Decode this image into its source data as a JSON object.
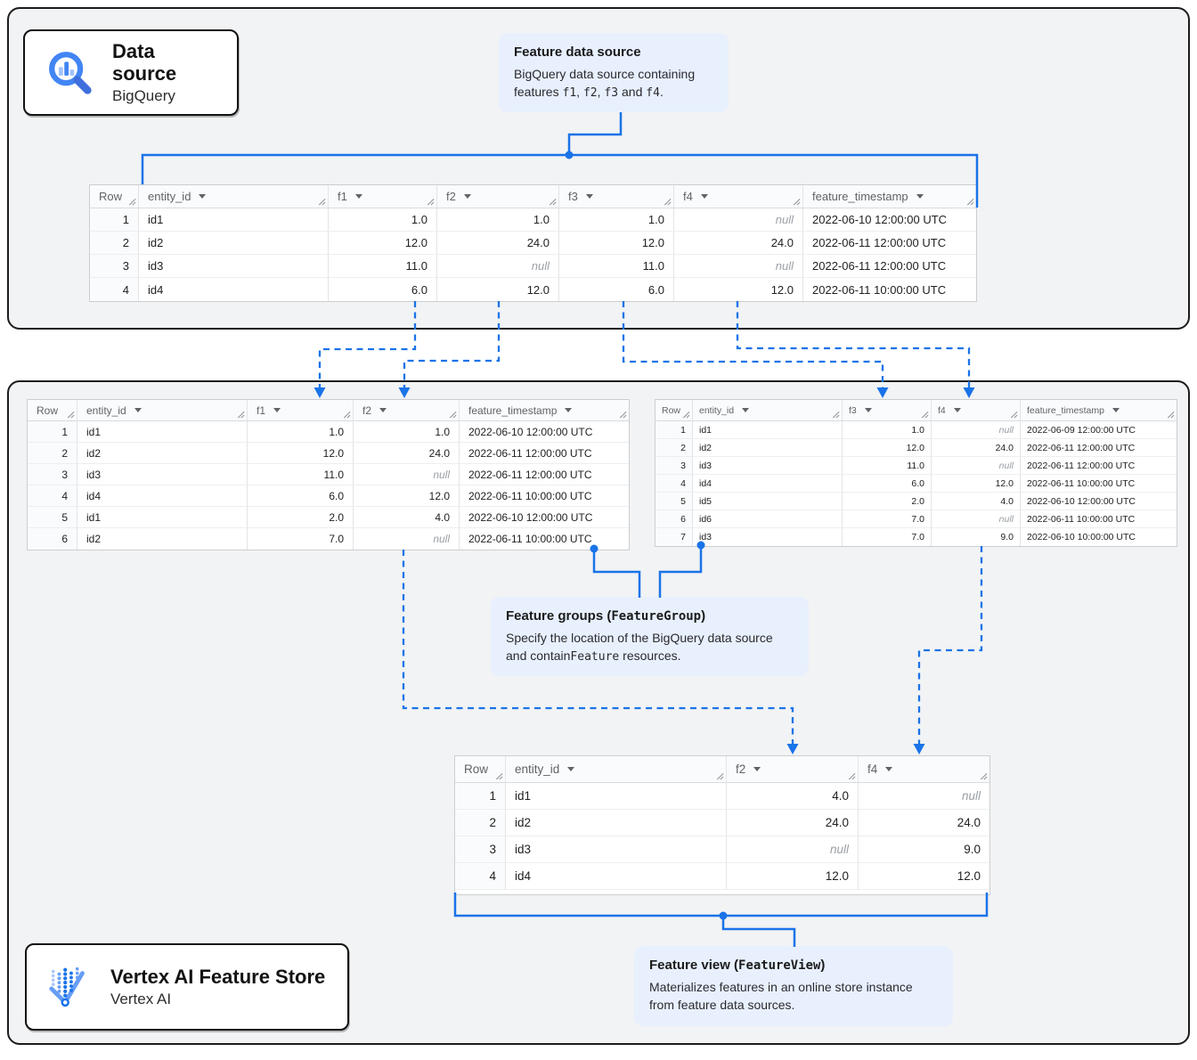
{
  "cards": {
    "data_source": {
      "title": "Data source",
      "subtitle": "BigQuery",
      "icon": "bigquery-magnifier-icon"
    },
    "feature_store": {
      "title": "Vertex AI Feature Store",
      "subtitle": "Vertex AI",
      "icon": "vertex-ai-icon"
    }
  },
  "callouts": {
    "feature_data_source": {
      "title": "Feature data source",
      "body_parts": [
        {
          "t": "BigQuery data source containing features "
        },
        {
          "t": "f1",
          "mono": true
        },
        {
          "t": ", "
        },
        {
          "t": "f2",
          "mono": true
        },
        {
          "t": ", "
        },
        {
          "t": "f3",
          "mono": true
        },
        {
          "t": " and "
        },
        {
          "t": "f4",
          "mono": true
        },
        {
          "t": "."
        }
      ]
    },
    "feature_groups": {
      "title_parts": [
        {
          "t": "Feature groups ("
        },
        {
          "t": "FeatureGroup",
          "mono": true
        },
        {
          "t": ")"
        }
      ],
      "body_parts": [
        {
          "t": "Specify the location of the BigQuery data source and contain"
        },
        {
          "t": "Feature",
          "mono": true
        },
        {
          "t": " resources."
        }
      ]
    },
    "feature_view": {
      "title_parts": [
        {
          "t": "Feature view ("
        },
        {
          "t": "FeatureView",
          "mono": true
        },
        {
          "t": ")"
        }
      ],
      "body_parts": [
        {
          "t": "Materializes features in an online store instance from feature data sources."
        }
      ]
    }
  },
  "tables": {
    "source": {
      "columns": [
        "Row",
        "entity_id",
        "f1",
        "f2",
        "f3",
        "f4",
        "feature_timestamp"
      ],
      "rows": [
        [
          "1",
          "id1",
          "1.0",
          "1.0",
          "1.0",
          "null",
          "2022-06-10 12:00:00 UTC"
        ],
        [
          "2",
          "id2",
          "12.0",
          "24.0",
          "12.0",
          "24.0",
          "2022-06-11 12:00:00 UTC"
        ],
        [
          "3",
          "id3",
          "11.0",
          "null",
          "11.0",
          "null",
          "2022-06-11 12:00:00 UTC"
        ],
        [
          "4",
          "id4",
          "6.0",
          "12.0",
          "6.0",
          "12.0",
          "2022-06-11 10:00:00 UTC"
        ]
      ]
    },
    "group_f1_f2": {
      "columns": [
        "Row",
        "entity_id",
        "f1",
        "f2",
        "feature_timestamp"
      ],
      "rows": [
        [
          "1",
          "id1",
          "1.0",
          "1.0",
          "2022-06-10 12:00:00 UTC"
        ],
        [
          "2",
          "id2",
          "12.0",
          "24.0",
          "2022-06-11 12:00:00 UTC"
        ],
        [
          "3",
          "id3",
          "11.0",
          "null",
          "2022-06-11 12:00:00 UTC"
        ],
        [
          "4",
          "id4",
          "6.0",
          "12.0",
          "2022-06-11 10:00:00 UTC"
        ],
        [
          "5",
          "id1",
          "2.0",
          "4.0",
          "2022-06-10 12:00:00 UTC"
        ],
        [
          "6",
          "id2",
          "7.0",
          "null",
          "2022-06-11 10:00:00 UTC"
        ]
      ]
    },
    "group_f3_f4": {
      "columns": [
        "Row",
        "entity_id",
        "f3",
        "f4",
        "feature_timestamp"
      ],
      "rows": [
        [
          "1",
          "id1",
          "1.0",
          "null",
          "2022-06-09 12:00:00 UTC"
        ],
        [
          "2",
          "id2",
          "12.0",
          "24.0",
          "2022-06-11 12:00:00 UTC"
        ],
        [
          "3",
          "id3",
          "11.0",
          "null",
          "2022-06-11 12:00:00 UTC"
        ],
        [
          "4",
          "id4",
          "6.0",
          "12.0",
          "2022-06-11 10:00:00 UTC"
        ],
        [
          "5",
          "id5",
          "2.0",
          "4.0",
          "2022-06-10 12:00:00 UTC"
        ],
        [
          "6",
          "id6",
          "7.0",
          "null",
          "2022-06-11 10:00:00 UTC"
        ],
        [
          "7",
          "id3",
          "7.0",
          "9.0",
          "2022-06-10 10:00:00 UTC"
        ]
      ]
    },
    "feature_view": {
      "columns": [
        "Row",
        "entity_id",
        "f2",
        "f4"
      ],
      "rows": [
        [
          "1",
          "id1",
          "4.0",
          "null"
        ],
        [
          "2",
          "id2",
          "24.0",
          "24.0"
        ],
        [
          "3",
          "id3",
          "null",
          "9.0"
        ],
        [
          "4",
          "id4",
          "12.0",
          "12.0"
        ]
      ]
    }
  },
  "colors": {
    "accent_blue": "#1a73e8",
    "callout_bg": "#e8f0fe",
    "container_bg": "#f1f3f4"
  }
}
